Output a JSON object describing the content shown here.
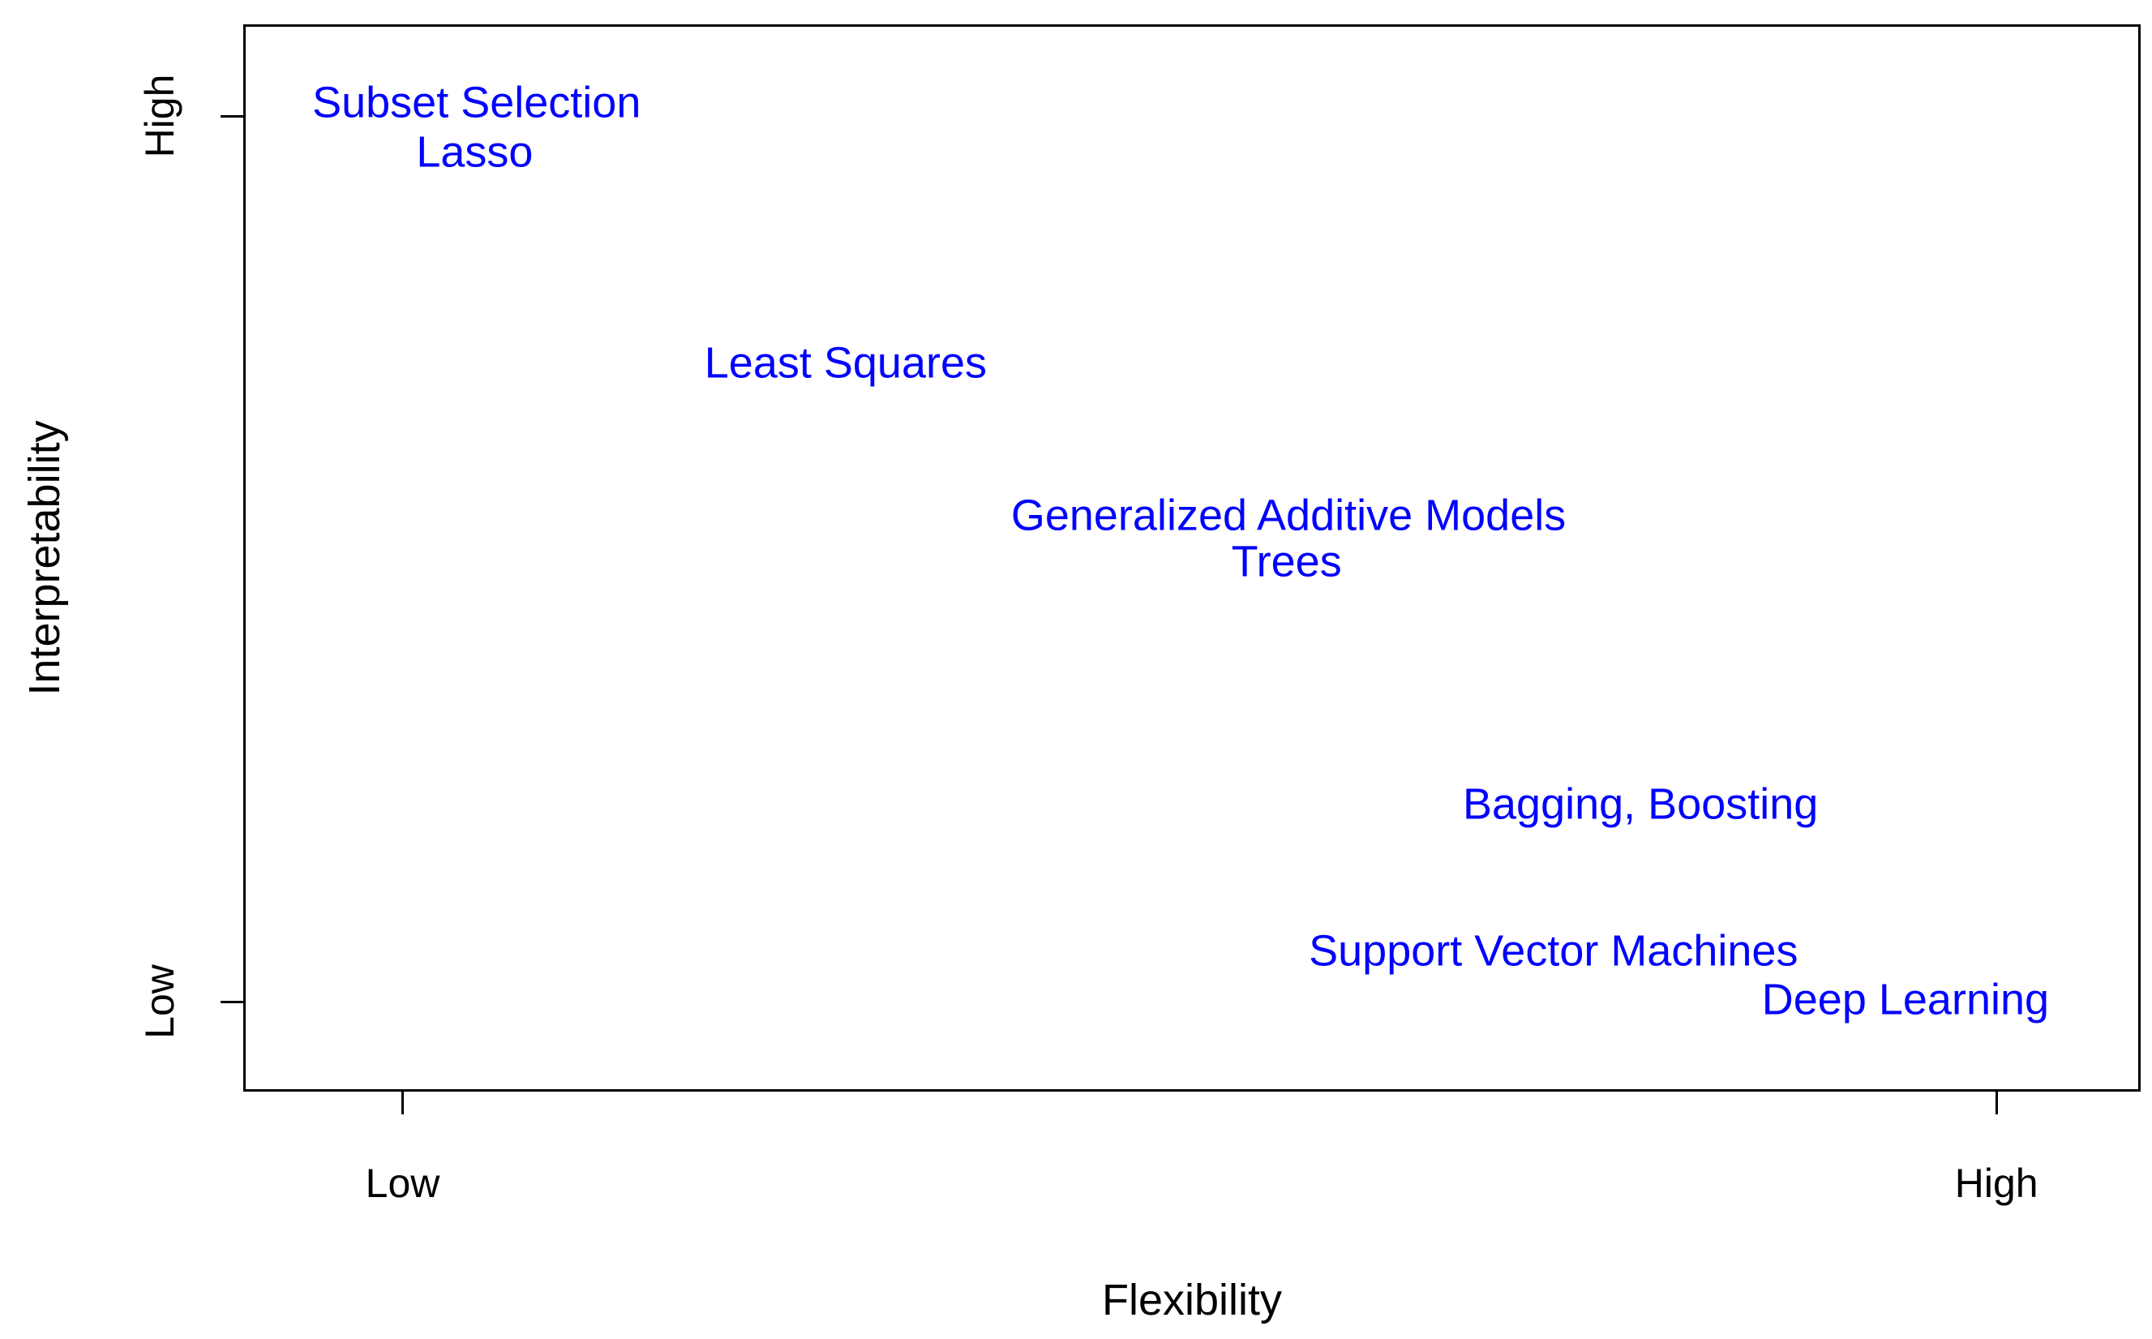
{
  "figure": {
    "background": "#ffffff",
    "axis_color": "#000000",
    "annotation_color": "#0000ff"
  },
  "chart_data": {
    "type": "scatter",
    "title": "",
    "xlabel": "Flexibility",
    "ylabel": "Interpretability",
    "grid": false,
    "legend_position": "none",
    "x_axis_range_labels": [
      "Low",
      "High"
    ],
    "y_axis_range_labels": [
      "Low",
      "High"
    ],
    "x_ticks": [
      {
        "label": "Low",
        "f": 0.084
      },
      {
        "label": "High",
        "f": 0.924
      }
    ],
    "y_ticks": [
      {
        "label": "High",
        "f": 0.086
      },
      {
        "label": "Low",
        "f": 0.916
      }
    ],
    "annotations": [
      {
        "label": "Subset Selection",
        "fx": 0.122,
        "fy": 0.072
      },
      {
        "label": "Lasso",
        "fx": 0.121,
        "fy": 0.118
      },
      {
        "label": "Least Squares",
        "fx": 0.317,
        "fy": 0.317
      },
      {
        "label": "Generalized Additive Models",
        "fx": 0.551,
        "fy": 0.46
      },
      {
        "label": "Trees",
        "fx": 0.55,
        "fy": 0.504
      },
      {
        "label": "Bagging, Boosting",
        "fx": 0.737,
        "fy": 0.732
      },
      {
        "label": "Support Vector Machines",
        "fx": 0.691,
        "fy": 0.87
      },
      {
        "label": "Deep Learning",
        "fx": 0.877,
        "fy": 0.916
      }
    ]
  }
}
